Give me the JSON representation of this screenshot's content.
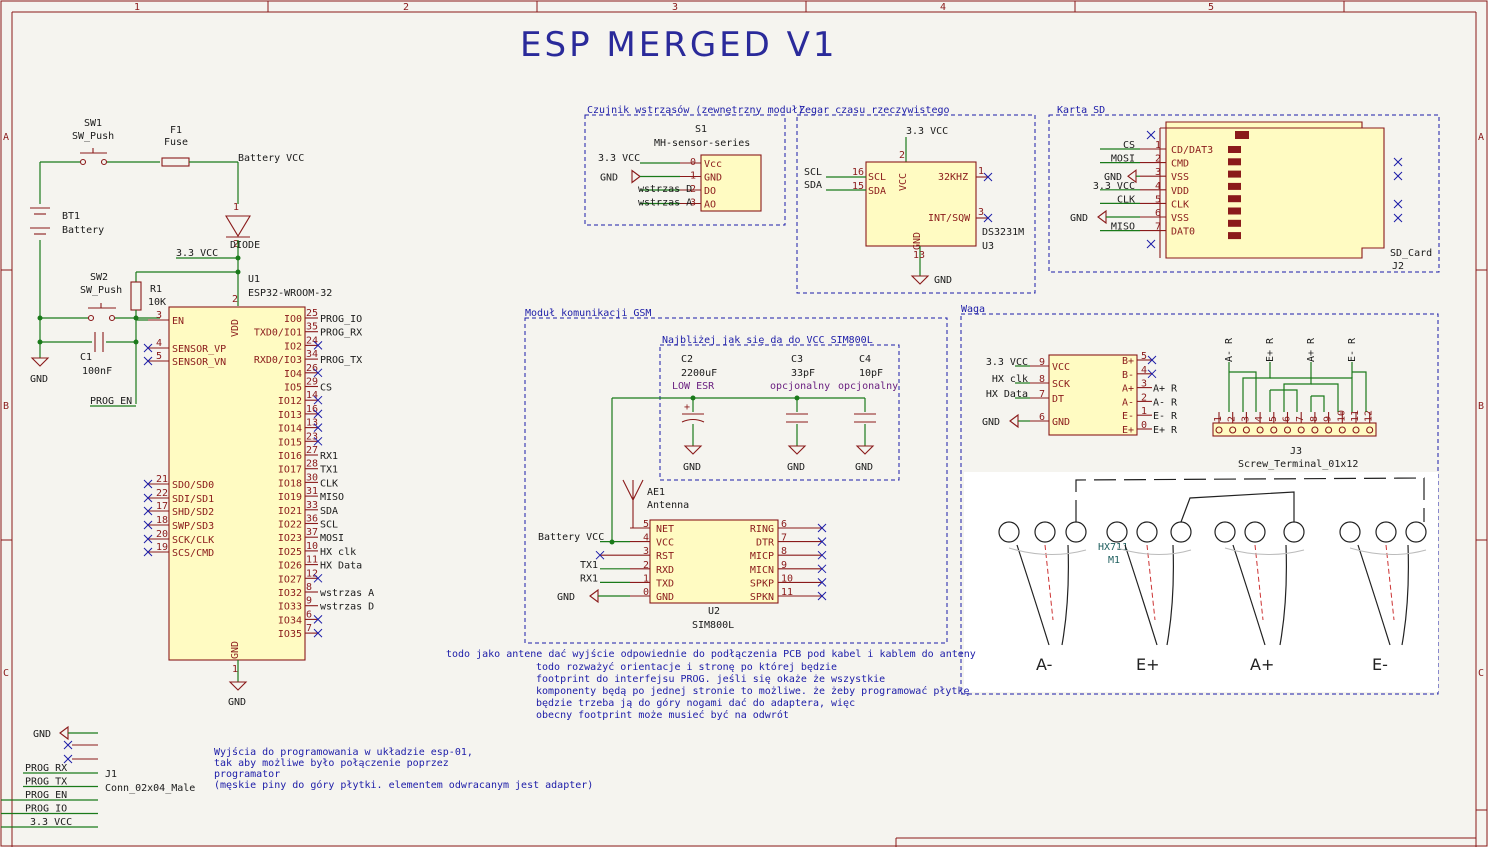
{
  "title": "ESP MERGED V1",
  "frame": {
    "columns": [
      "1",
      "2",
      "3",
      "4",
      "5"
    ],
    "rows": [
      "A",
      "B",
      "C"
    ]
  },
  "sections": {
    "vibration": "Czujnik wstrząsów (zewnętrzny moduł)",
    "rtc": "Zegar czasu rzeczywistego",
    "sd": "Karta SD",
    "gsm": "Moduł komunikacji GSM",
    "gsm_caps": "Najbliżej jak się da do VCC SIM800L",
    "scale": "Waga"
  },
  "power": {
    "sw1_ref": "SW1",
    "sw1_val": "SW_Push",
    "f1_ref": "F1",
    "f1_val": "Fuse",
    "battery_vcc": "Battery VCC",
    "bt1_ref": "BT1",
    "bt1_val": "Battery",
    "diode": "DIODE",
    "v33": "3.3 VCC",
    "gnd": "GND",
    "sw2_ref": "SW2",
    "sw2_val": "SW_Push",
    "r1_ref": "R1",
    "r1_val": "10K",
    "c1_ref": "C1",
    "c1_val": "100nF",
    "prog_en": "PROG_EN"
  },
  "esp32": {
    "ref": "U1",
    "value": "ESP32-WROOM-32",
    "left_pins": [
      {
        "num": "3",
        "name": "EN"
      },
      {
        "num": "4",
        "name": "SENSOR_VP"
      },
      {
        "num": "5",
        "name": "SENSOR_VN"
      },
      {
        "num": "21",
        "name": "SDO/SD0"
      },
      {
        "num": "22",
        "name": "SDI/SD1"
      },
      {
        "num": "17",
        "name": "SHD/SD2"
      },
      {
        "num": "18",
        "name": "SWP/SD3"
      },
      {
        "num": "20",
        "name": "SCK/CLK"
      },
      {
        "num": "19",
        "name": "SCS/CMD"
      }
    ],
    "right_pins": [
      {
        "num": "25",
        "name": "IO0",
        "net": "PROG_IO"
      },
      {
        "num": "35",
        "name": "TXD0/IO1",
        "net": "PROG_RX"
      },
      {
        "num": "24",
        "name": "IO2",
        "net": ""
      },
      {
        "num": "34",
        "name": "RXD0/IO3",
        "net": "PROG_TX"
      },
      {
        "num": "26",
        "name": "IO4",
        "net": ""
      },
      {
        "num": "29",
        "name": "IO5",
        "net": "CS"
      },
      {
        "num": "14",
        "name": "IO12",
        "net": ""
      },
      {
        "num": "16",
        "name": "IO13",
        "net": ""
      },
      {
        "num": "13",
        "name": "IO14",
        "net": ""
      },
      {
        "num": "23",
        "name": "IO15",
        "net": ""
      },
      {
        "num": "27",
        "name": "IO16",
        "net": "RX1"
      },
      {
        "num": "28",
        "name": "IO17",
        "net": "TX1"
      },
      {
        "num": "30",
        "name": "IO18",
        "net": "CLK"
      },
      {
        "num": "31",
        "name": "IO19",
        "net": "MISO"
      },
      {
        "num": "33",
        "name": "IO21",
        "net": "SDA"
      },
      {
        "num": "36",
        "name": "IO22",
        "net": "SCL"
      },
      {
        "num": "37",
        "name": "IO23",
        "net": "MOSI"
      },
      {
        "num": "10",
        "name": "IO25",
        "net": "HX clk"
      },
      {
        "num": "11",
        "name": "IO26",
        "net": "HX Data"
      },
      {
        "num": "12",
        "name": "IO27",
        "net": ""
      },
      {
        "num": "8",
        "name": "IO32",
        "net": "wstrzas A"
      },
      {
        "num": "9",
        "name": "IO33",
        "net": "wstrzas D"
      },
      {
        "num": "6",
        "name": "IO34",
        "net": ""
      },
      {
        "num": "7",
        "name": "IO35",
        "net": ""
      }
    ],
    "vdd": "VDD",
    "vdd_num": "2",
    "gnd": "GND",
    "gnd_num": "1",
    "gnd_label": "GND"
  },
  "s1": {
    "ref": "S1",
    "value": "MH-sensor-series",
    "pins": [
      {
        "num": "0",
        "name": "Vcc",
        "net": "3.3 VCC"
      },
      {
        "num": "1",
        "name": "GND",
        "net": "GND"
      },
      {
        "num": "2",
        "name": "DO",
        "net": "wstrzas D"
      },
      {
        "num": "3",
        "name": "AO",
        "net": "wstrzas A"
      }
    ]
  },
  "u3": {
    "ref": "U3",
    "value": "DS3231M",
    "vcc": "VCC",
    "vcc_net": "3.3 VCC",
    "vcc_num": "2",
    "scl": "SCL",
    "sda": "SDA",
    "scl_num": "16",
    "sda_num": "15",
    "k32": "32KHZ",
    "k32_num": "1",
    "int": "INT/SQW",
    "int_num": "3",
    "gnd": "GND",
    "gnd_num": "13",
    "gnd_label": "GND",
    "scl_net": "SCL",
    "sda_net": "SDA"
  },
  "j2": {
    "ref": "J2",
    "value": "SD_Card",
    "pins": [
      {
        "num": "1",
        "name": "CD/DAT3",
        "net": "CS"
      },
      {
        "num": "2",
        "name": "CMD",
        "net": "MOSI"
      },
      {
        "num": "3",
        "name": "VSS",
        "net": "GND"
      },
      {
        "num": "4",
        "name": "VDD",
        "net": "3.3 VCC"
      },
      {
        "num": "5",
        "name": "CLK",
        "net": "CLK"
      },
      {
        "num": "6",
        "name": "VSS",
        "net": "GND"
      },
      {
        "num": "7",
        "name": "DAT0",
        "net": "MISO"
      }
    ]
  },
  "gsm": {
    "c2_ref": "C2",
    "c2_val": "2200uF",
    "c2_note": "LOW ESR",
    "c3_ref": "C3",
    "c3_val": "33pF",
    "c3_note": "opcjonalny",
    "c4_ref": "C4",
    "c4_val": "10pF",
    "c4_note": "opcjonalny",
    "gnd": "GND",
    "ae_ref": "AE1",
    "ae_val": "Antenna",
    "u2_ref": "U2",
    "u2_val": "SIM800L",
    "battery_vcc": "Battery VCC",
    "left_pins": [
      {
        "num": "5",
        "name": "NET"
      },
      {
        "num": "4",
        "name": "VCC"
      },
      {
        "num": "3",
        "name": "RST"
      },
      {
        "num": "2",
        "name": "RXD",
        "net": "TX1"
      },
      {
        "num": "1",
        "name": "TXD",
        "net": "RX1"
      },
      {
        "num": "0",
        "name": "GND",
        "net": "GND"
      }
    ],
    "right_pins": [
      {
        "num": "6",
        "name": "RING"
      },
      {
        "num": "7",
        "name": "DTR"
      },
      {
        "num": "8",
        "name": "MICP"
      },
      {
        "num": "9",
        "name": "MICN"
      },
      {
        "num": "10",
        "name": "SPKP"
      },
      {
        "num": "11",
        "name": "SPKN"
      }
    ]
  },
  "hx711": {
    "ref": "HX711",
    "sub": "M1",
    "left_pins": [
      {
        "num": "9",
        "name": "VCC",
        "net": "3.3 VCC"
      },
      {
        "num": "8",
        "name": "SCK",
        "net": "HX clk"
      },
      {
        "num": "7",
        "name": "DT",
        "net": "HX Data"
      },
      {
        "num": "6",
        "name": "GND",
        "net": "GND"
      }
    ],
    "right_pins": [
      {
        "num": "5",
        "name": "B+",
        "net": ""
      },
      {
        "num": "4",
        "name": "B-",
        "net": ""
      },
      {
        "num": "3",
        "name": "A+",
        "net": "A+ R"
      },
      {
        "num": "2",
        "name": "A-",
        "net": "A- R"
      },
      {
        "num": "1",
        "name": "E-",
        "net": "E- R"
      },
      {
        "num": "0",
        "name": "E+",
        "net": "E+ R"
      }
    ]
  },
  "j3": {
    "ref": "J3",
    "value": "Screw_Terminal_01x12",
    "nums": [
      "1",
      "2",
      "3",
      "4",
      "5",
      "6",
      "7",
      "8",
      "9",
      "10",
      "11",
      "12"
    ],
    "top_labels": [
      "A- R",
      "E+ R",
      "A+ R",
      "E- R"
    ]
  },
  "loadcells": [
    "A-",
    "E+",
    "A+",
    "E-"
  ],
  "j1": {
    "ref": "J1",
    "value": "Conn_02x04_Male",
    "gnd": "GND",
    "nets": [
      "PROG_RX",
      "PROG_TX",
      "PROG_EN",
      "PROG_IO",
      "3.3 VCC"
    ]
  },
  "notes": {
    "antenna": "todo jako antene dać wyjście odpowiednie do podłączenia PCB pod kabel i kablem do anteny",
    "todo": [
      "todo rozważyć orientacje i stronę po której będzie",
      "footprint do interfejsu PROG. jeśli się okaże że wszystkie",
      "komponenty będą po jednej stronie to możliwe. że żeby programować płytkę",
      "będzie trzeba ją do góry nogami dać do adaptera, więc",
      "obecny footprint może musieć być na odwrót"
    ],
    "prog": [
      "Wyjścia do programowania w układzie esp-01,",
      "tak aby możliwe było połączenie poprzez",
      "programator",
      "(męskie piny do góry płytki. elementem odwracanym jest adapter)"
    ]
  }
}
